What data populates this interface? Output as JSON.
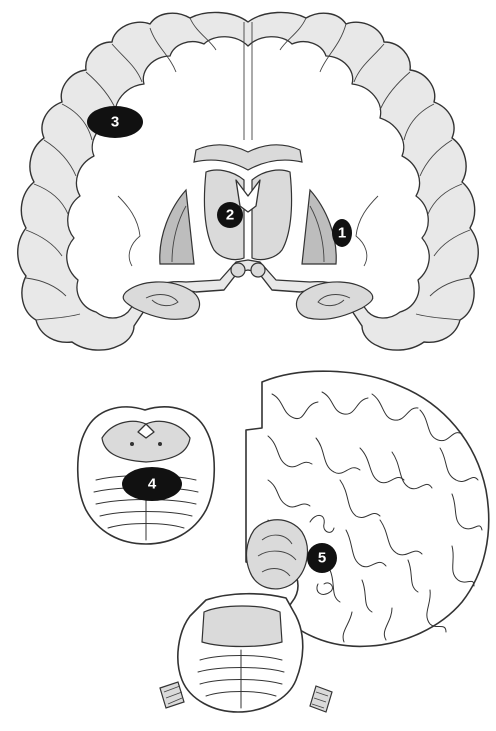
{
  "labels": {
    "putamen": "1",
    "thalamus": "2",
    "white_matter": "3",
    "pons": "4",
    "dentate": "5"
  },
  "colors": {
    "badge": "#111111",
    "cortex_fill": "#e8e8e8",
    "nuclei_fill": "#bdbdbd"
  }
}
